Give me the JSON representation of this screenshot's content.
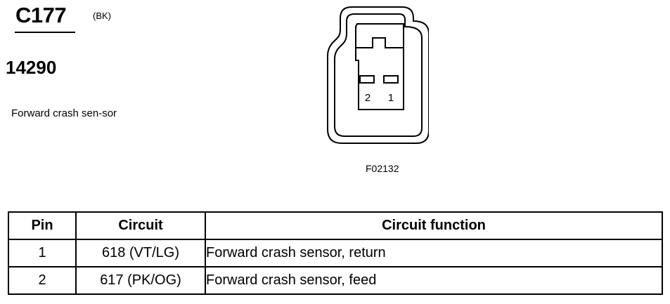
{
  "header": {
    "connector_id": "C177",
    "connector_color": "(BK)",
    "part_number": "14290",
    "component_description": "Forward crash sen-sor"
  },
  "drawing": {
    "pin_labels": [
      "2",
      "1"
    ],
    "figure_id": "F02132"
  },
  "table": {
    "headers": {
      "pin": "Pin",
      "circuit": "Circuit",
      "function": "Circuit function"
    },
    "rows": [
      {
        "pin": "1",
        "circuit": "618 (VT/LG)",
        "function": "Forward crash sensor, return"
      },
      {
        "pin": "2",
        "circuit": "617 (PK/OG)",
        "function": "Forward crash sensor, feed"
      }
    ]
  }
}
